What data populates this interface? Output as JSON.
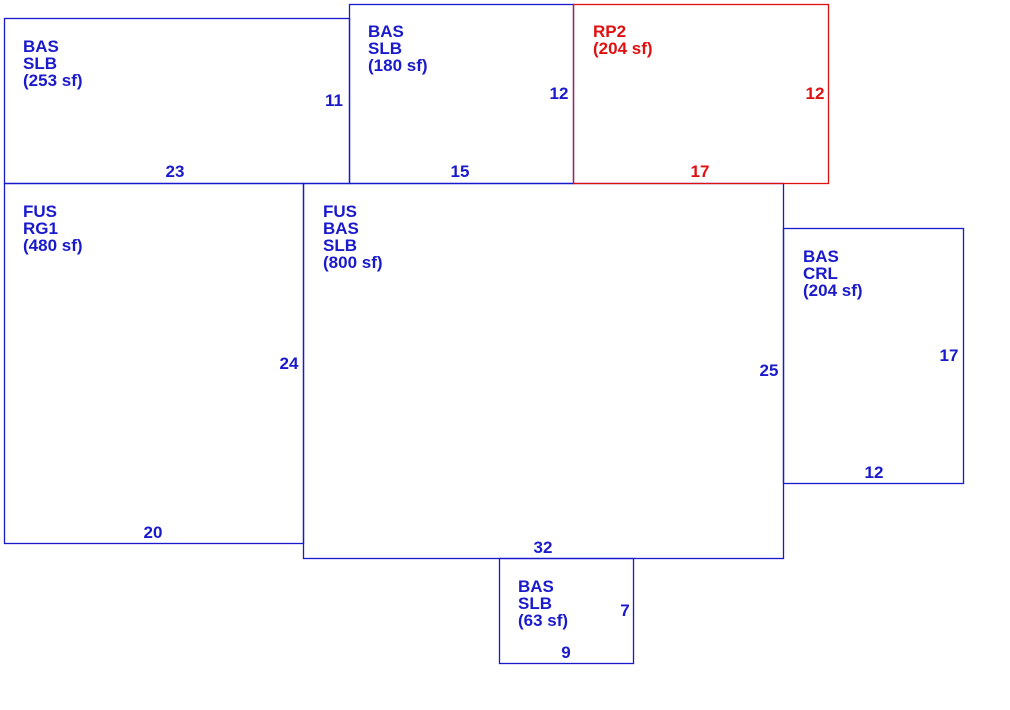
{
  "colors": {
    "default": "#1a1acc",
    "highlight": "#e01010"
  },
  "areas": [
    {
      "id": "a1",
      "lines": [
        "BAS",
        "SLB",
        "(253 sf)"
      ],
      "width_label": "23",
      "depth_label": "11",
      "color": "#1a1acc"
    },
    {
      "id": "a2",
      "lines": [
        "BAS",
        "SLB",
        "(180 sf)"
      ],
      "width_label": "15",
      "depth_label": "12",
      "color": "#1a1acc"
    },
    {
      "id": "a3",
      "lines": [
        "RP2",
        "(204 sf)"
      ],
      "width_label": "17",
      "depth_label": "12",
      "color": "#e01010"
    },
    {
      "id": "a4",
      "lines": [
        "FUS",
        "RG1",
        "(480 sf)"
      ],
      "width_label": "20",
      "depth_label": "24",
      "color": "#1a1acc"
    },
    {
      "id": "a5",
      "lines": [
        "FUS",
        "BAS",
        "SLB",
        "(800 sf)"
      ],
      "width_label": "32",
      "depth_label": "25",
      "color": "#1a1acc"
    },
    {
      "id": "a6",
      "lines": [
        "BAS",
        "CRL",
        "(204 sf)"
      ],
      "width_label": "12",
      "depth_label": "17",
      "color": "#1a1acc"
    },
    {
      "id": "a7",
      "lines": [
        "BAS",
        "SLB",
        "(63 sf)"
      ],
      "width_label": "9",
      "depth_label": "7",
      "color": "#1a1acc"
    }
  ]
}
